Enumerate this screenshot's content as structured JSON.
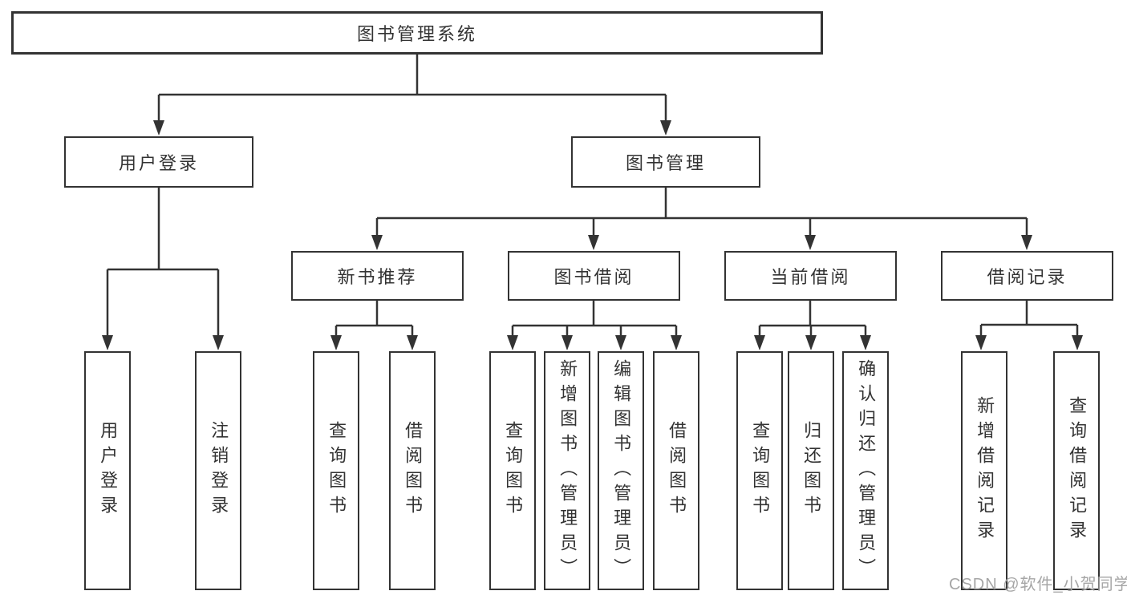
{
  "colors": {
    "line": "#333333",
    "text": "#333333",
    "box_background": "#ffffff",
    "page_background": "#ffffff",
    "watermark": "#a6a6a6"
  },
  "diagram": {
    "root": {
      "label": "图书管理系统"
    },
    "branches": [
      {
        "label": "用户登录",
        "children": [
          {
            "label": "用户登录"
          },
          {
            "label": "注销登录"
          }
        ]
      },
      {
        "label": "图书管理",
        "children": [
          {
            "label": "新书推荐",
            "children": [
              {
                "label": "查询图书"
              },
              {
                "label": "借阅图书"
              }
            ]
          },
          {
            "label": "图书借阅",
            "children": [
              {
                "label": "查询图书"
              },
              {
                "label": "新增图书（管理员）"
              },
              {
                "label": "编辑图书（管理员）"
              },
              {
                "label": "借阅图书"
              }
            ]
          },
          {
            "label": "当前借阅",
            "children": [
              {
                "label": "查询图书"
              },
              {
                "label": "归还图书"
              },
              {
                "label": "确认归还（管理员）"
              }
            ]
          },
          {
            "label": "借阅记录",
            "children": [
              {
                "label": "新增借阅记录"
              },
              {
                "label": "查询借阅记录"
              }
            ]
          }
        ]
      }
    ]
  },
  "watermark": {
    "text": "CSDN @软件_小贺同学"
  }
}
